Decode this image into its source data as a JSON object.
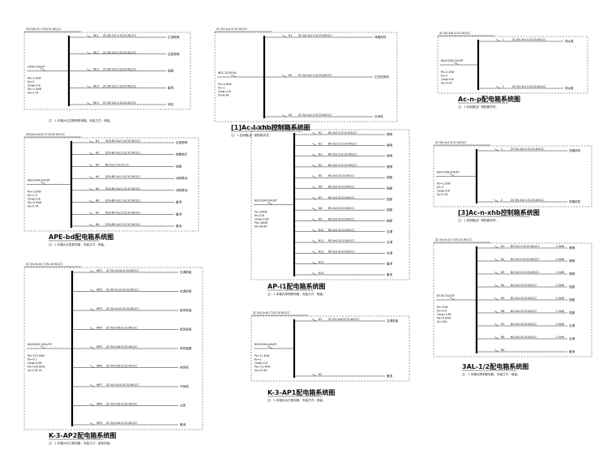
{
  "diagrams": [
    {
      "key": "ac_ywzm",
      "title": "",
      "feeder": "YJV-5X6 TC CT/SC32 WC/CC",
      "main_breaker": "C65N-32A/3P",
      "circuits": [
        {
          "no": "WL1",
          "cable": "ZC-BV-3x2.5-SC20-WC/CC",
          "use": "正常照明"
        },
        {
          "no": "WL2",
          "cable": "ZC-BV-3x2.5-SC20-WC/CC",
          "use": "应急照明"
        },
        {
          "no": "WL3",
          "cable": "ZC-BV-3x2.5-SC20-WC/CC",
          "use": "插座"
        },
        {
          "no": "WL4",
          "cable": "ZC-BV-3x2.5-SC20-WC/CC",
          "use": "备用"
        },
        {
          "no": "WL5",
          "cable": "ZC-BV-3x2.5-SC20-WC/CC",
          "use": "风机"
        }
      ],
      "params": [
        "Pe=1.0kW",
        "Kx=1",
        "Cosφ=0.8",
        "Pjs=1.0kW",
        "Ijs=1.7A"
      ],
      "footnote": "注：1.本箱为应急照明配电箱，安装方式：明装。"
    },
    {
      "key": "ac_xhb",
      "title": "[1]Ac-i-xhb控制箱系统图",
      "feeder": "ZC-YJV-5x4 SC32 WC/CC",
      "main_breaker": "NDC-32/3P 6A",
      "circuits": [
        {
          "no": "N1",
          "cable": "ZC-YJV-4x2.5-SC20-WC/CC",
          "use": "排烟风机"
        },
        {
          "no": "N2",
          "cable": "ZC-YJV-4x2.5-SC20-WC/CC",
          "use": "正压送风机"
        },
        {
          "no": "N3",
          "cable": "ZC-YJV-4x2.5-SC20-WC/CC",
          "use": "补风机"
        }
      ],
      "params": [
        "Pe=4.4kW",
        "Kx=1",
        "Cosφ=0.8",
        "Ijs=8.4A"
      ],
      "footnote": "注：1.控制箱由厂家配套供货。"
    },
    {
      "key": "ac_n_p",
      "title": "Ac-n-p配电箱系统图",
      "feeder": "ZC-YJV-5x6 SC32 WC/CC",
      "main_breaker": "NSX100N-25A/3P",
      "circuits": [
        {
          "no": "1",
          "cable": "ZC-YJV-3x2.5-SC20-WC/CC",
          "use": "排水泵"
        },
        {
          "no": "2",
          "cable": "ZC-YJV-3x2.5-SC20-WC/CC",
          "use": "排水泵"
        }
      ],
      "params": [
        "Pe=2.2kW",
        "Kx=1",
        "Cosφ=0.8",
        "Ijs=4.2A"
      ],
      "footnote": "注：1.控制箱由厂家配套供货。"
    },
    {
      "key": "ape_bd",
      "title": "APE-bd配电箱系统图",
      "feeder": "ZCN-YJV-5x16 CT/SC40 WC/CC",
      "main_breaker": "NSX100H-32A/3P",
      "circuits": [
        {
          "no": "N1",
          "cable": "ZCN-BV-3x2.5-SC20 WC/CC",
          "use": "应急照明"
        },
        {
          "no": "N2",
          "cable": "ZCN-BV-3x2.5-SC20 WC/CC",
          "use": "疏散指示"
        },
        {
          "no": "N3",
          "cable": "BV-3x2.5-SC20 CC",
          "use": "插座"
        },
        {
          "no": "N4",
          "cable": "ZCN-BV-3x2.5-SC20 WC/CC",
          "use": "消防联动"
        },
        {
          "no": "N5",
          "cable": "ZCN-BV-3x2.5-SC20 WC/CC",
          "use": "消防联动"
        },
        {
          "no": "N6",
          "cable": "ZCN-BV-3x2.5-SC20 WC/CC",
          "use": "备用"
        },
        {
          "no": "N7",
          "cable": "ZCN-BV-3x2.5-SC20 WC/CC",
          "use": "备用"
        },
        {
          "no": "N8",
          "cable": "ZCN-BV-3x2.5-SC20 WC/CC",
          "use": "备用"
        }
      ],
      "params": [
        "Pe=3.0kW",
        "Kx=1.0",
        "Cosφ=0.8",
        "Pjs=3.0kW",
        "Ijs=5.7A"
      ],
      "footnote": "注：1.本箱为应急配电箱，安装方式：明装。"
    },
    {
      "key": "ap_l",
      "title": "AP-i1配电箱系统图",
      "feeder": "ZC-YJV-5x16 CT/SC40 WC/CC",
      "main_breaker": "NSX100H-50A/3P",
      "circuits": [
        {
          "no": "N1",
          "cable": "BV-3x2.5-SC20 WC/CC",
          "use": "照明"
        },
        {
          "no": "N2",
          "cable": "BV-3x2.5-SC20 WC/CC",
          "use": "照明"
        },
        {
          "no": "N3",
          "cable": "BV-3x2.5-SC20 WC/CC",
          "use": "照明"
        },
        {
          "no": "N4",
          "cable": "BV-3x2.5-SC20 WC/CC",
          "use": "照明"
        },
        {
          "no": "N5",
          "cable": "BV-3x4-SC20 WC/CC",
          "use": "插座"
        },
        {
          "no": "N6",
          "cable": "BV-3x4-SC20 WC/CC",
          "use": "插座"
        },
        {
          "no": "N7",
          "cable": "BV-3x4-SC20 WC/CC",
          "use": "插座"
        },
        {
          "no": "N8",
          "cable": "BV-3x4-SC20 WC/CC",
          "use": "插座"
        },
        {
          "no": "N9",
          "cable": "BV-3x4-SC20 WC/CC",
          "use": "插座"
        },
        {
          "no": "N10",
          "cable": "BV-3x4-SC20 WC/CC",
          "use": "空调"
        },
        {
          "no": "N11",
          "cable": "BV-3x4-SC20 WC/CC",
          "use": "空调"
        },
        {
          "no": "N12",
          "cable": "BV-3x4-SC20 WC/CC",
          "use": "空调"
        },
        {
          "no": "N13",
          "cable": "",
          "use": "备用"
        },
        {
          "no": "N14",
          "cable": "",
          "use": "备用"
        }
      ],
      "params": [
        "Pe=20kW",
        "Kx=0.8",
        "Cosφ=0.85",
        "Pjs=16kW",
        "Ijs=28.6A"
      ],
      "footnote": "注：1.本箱为照明配电箱，安装方式：暗装。"
    },
    {
      "key": "ac_n_xhb",
      "title": "[3]Ac-n-xhb控制箱系统图",
      "feeder": "ZC-YJV-5x4 SC32 WC/CC",
      "main_breaker": "NSX100N-25A/3P",
      "circuits": [
        {
          "no": "1",
          "cable": "ZC-YJV-4x2.5-SC20-WC/CC",
          "use": "排烟风机"
        },
        {
          "no": "2",
          "cable": "ZC-YJV-4x2.5-SC20-WC/CC",
          "use": "排烟风机"
        }
      ],
      "params": [
        "Pe=1.1kW",
        "Kx=1",
        "Cosφ=0.8",
        "Ijs=2.1A"
      ],
      "footnote": "注：1.控制箱由厂家配套供货。"
    },
    {
      "key": "k3_ap2",
      "title": "K-3-AP2配电箱系统图",
      "feeder": "ZC-YJV-5x16 CT/SC40 WC/CC",
      "main_breaker": "NSX160H-100A/3P",
      "circuits": [
        {
          "no": "WP1",
          "cable": "ZC-YJV-5x16-SC40-WC/CC",
          "use": "空调机组"
        },
        {
          "no": "WP2",
          "cable": "ZC-YJV-5x10-SC32-WC/CC",
          "use": "空调机组"
        },
        {
          "no": "WP3",
          "cable": "ZC-YJV-5x10-SC32-WC/CC",
          "use": "新风机组"
        },
        {
          "no": "WP4",
          "cable": "ZC-YJV-5x6-SC32-WC/CC",
          "use": "新风机组"
        },
        {
          "no": "WP5",
          "cable": "ZC-YJV-5x6-SC32-WC/CC",
          "use": "风机盘管"
        },
        {
          "no": "WP6",
          "cable": "ZC-YJV-5x6-SC32-WC/CC",
          "use": "排风机"
        },
        {
          "no": "WP7",
          "cable": "ZC-YJV-5x10-SC32-WC/CC",
          "use": "冷却塔"
        },
        {
          "no": "WP8",
          "cable": "ZC-YJV-5x6-SC32-WC/CC",
          "use": "水泵"
        },
        {
          "no": "WP9",
          "cable": "ZC-YJV-5x6-SC32-WC/CC",
          "use": "备用"
        }
      ],
      "params": [
        "Pe=172.5kW",
        "Kx=0.7",
        "Cosφ=0.85",
        "Pjs=120.8kW",
        "Ijs=216.1A"
      ],
      "footnote": "注：1.本箱为动力配电箱，安装方式：落地安装。"
    },
    {
      "key": "k3_ap1",
      "title": "K-3-AP1配电箱系统图",
      "feeder": "ZC-YJV-5x16 CT/SC40 WC/CC",
      "main_breaker": "NSX100N-40A/3P",
      "circuits": [
        {
          "no": "N1",
          "cable": "ZC-YJV-5x6-SC32-WC/CC",
          "use": "空调机组"
        },
        {
          "no": "N2",
          "cable": "",
          "use": "备用"
        }
      ],
      "params": [
        "Pe=11.4kW",
        "Kx=1",
        "Cosφ=0.8",
        "Pjs=11.4kW",
        "Ijs=21.6A"
      ],
      "footnote": "注：1.本箱为动力配电箱，安装方式：明装。"
    },
    {
      "key": "al_1",
      "title": "3AL-1/2配电箱系统图",
      "feeder": "ZC-YJV-5x10 CT/SC32 WC/CC",
      "main_breaker": "NT-60 32A/3P",
      "circuits": [
        {
          "no": "N1",
          "cable": "BV-3x2.5-SC20-WC/CC",
          "load": "1.0kW",
          "use": "照明"
        },
        {
          "no": "N2",
          "cable": "BV-3x2.5-SC20-WC/CC",
          "load": "1.0kW",
          "use": "照明"
        },
        {
          "no": "N3",
          "cable": "BV-3x2.5-SC20-WC/CC",
          "load": "1.0kW",
          "use": "照明"
        },
        {
          "no": "N4",
          "cable": "BV-3x4-SC20-WC/CC",
          "load": "1.5kW",
          "use": "插座"
        },
        {
          "no": "N5",
          "cable": "BV-3x4-SC20-WC/CC",
          "load": "1.5kW",
          "use": "插座"
        },
        {
          "no": "N6",
          "cable": "BV-3x4-SC20-WC/CC",
          "load": "1.5kW",
          "use": "插座"
        },
        {
          "no": "N7",
          "cable": "BV-3x4-SC20-WC/CC",
          "load": "2.0kW",
          "use": "空调"
        },
        {
          "no": "N8",
          "cable": "BV-3x4-SC20-WC/CC",
          "load": "2.0kW",
          "use": "空调"
        },
        {
          "no": "N9",
          "cable": "",
          "load": "",
          "use": "备用"
        }
      ],
      "params": [
        "Pe=7kW",
        "Kx=0.8",
        "Cosφ=0.85",
        "Pjs=5.6kW",
        "Ijs=10A"
      ],
      "footnote": "注：1.本箱为照明配电箱，安装方式：暗装。"
    }
  ]
}
